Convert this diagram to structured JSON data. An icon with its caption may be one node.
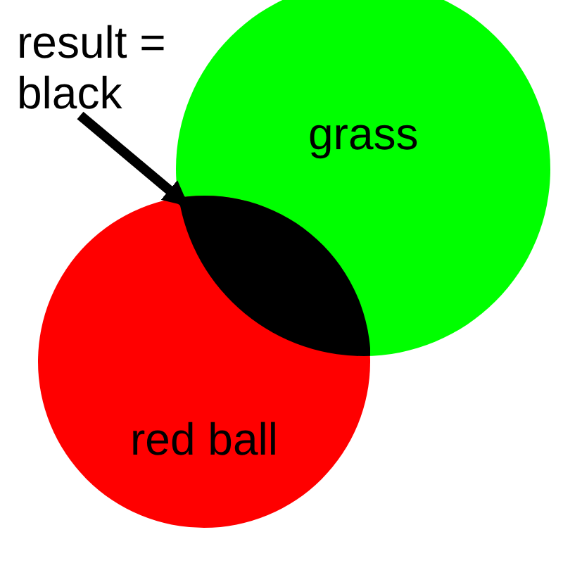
{
  "diagram": {
    "nodes": [
      {
        "text": [
          "grass"
        ]
      },
      {
        "text": [
          "red ball"
        ]
      },
      {
        "text": [],
        "shape": "lens"
      },
      {
        "text": [
          "result = black"
        ]
      }
    ],
    "edges": [
      {
        "from": 3,
        "to": 2,
        "arrow": "to"
      }
    ]
  }
}
